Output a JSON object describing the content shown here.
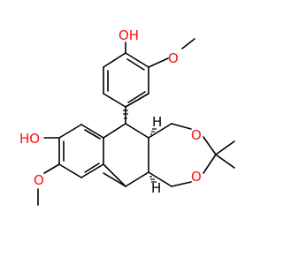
{
  "molecule": {
    "atom_labels": {
      "top_oh": "OH",
      "top_ome_o": "O",
      "left_ho": "HO",
      "left_ome_o": "O",
      "ring_o_upper": "O",
      "ring_o_lower": "O",
      "stereo_h_upper": "H",
      "stereo_h_lower": "H"
    },
    "colors": {
      "bond": "#000000",
      "oxygen": "#ff0d0d"
    }
  }
}
